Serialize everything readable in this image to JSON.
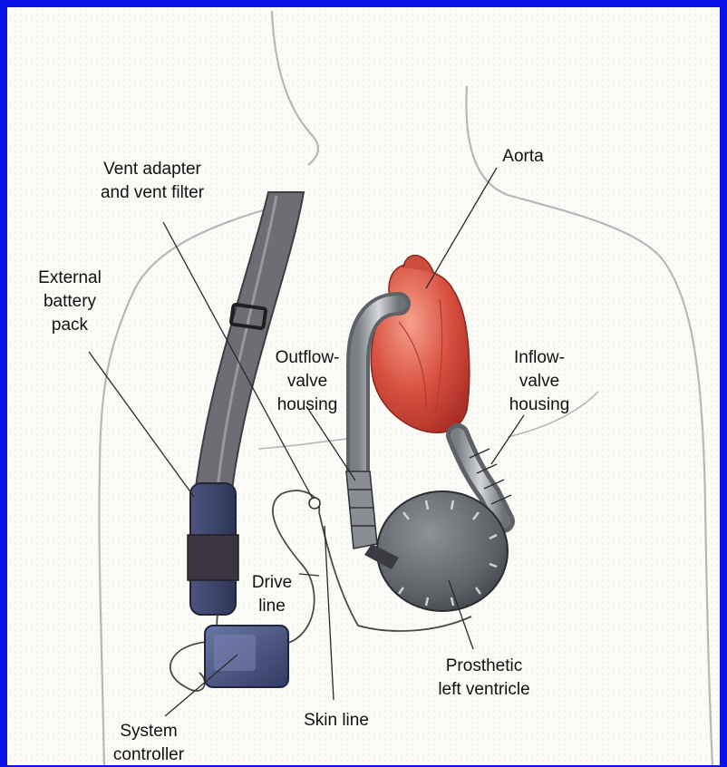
{
  "colors": {
    "border": "#0a14e8",
    "background": "#fbfbf8",
    "body_outline": "#b9b6b9",
    "strap": "#6f6c73",
    "heart": "#d8503f",
    "device": "#5d6066",
    "controller": "#45507c",
    "leader_line": "#2a2a2a"
  },
  "labels": {
    "aorta": "Aorta",
    "vent_adapter": "Vent adapter\nand vent filter",
    "external_battery": "External\nbattery\npack",
    "outflow_valve": "Outflow-\nvalve\nhousing",
    "inflow_valve": "Inflow-\nvalve\nhousing",
    "drive_line": "Drive\nline",
    "skin_line": "Skin line",
    "prosthetic_lv": "Prosthetic\nleft ventricle",
    "system_controller": "System\ncontroller"
  }
}
